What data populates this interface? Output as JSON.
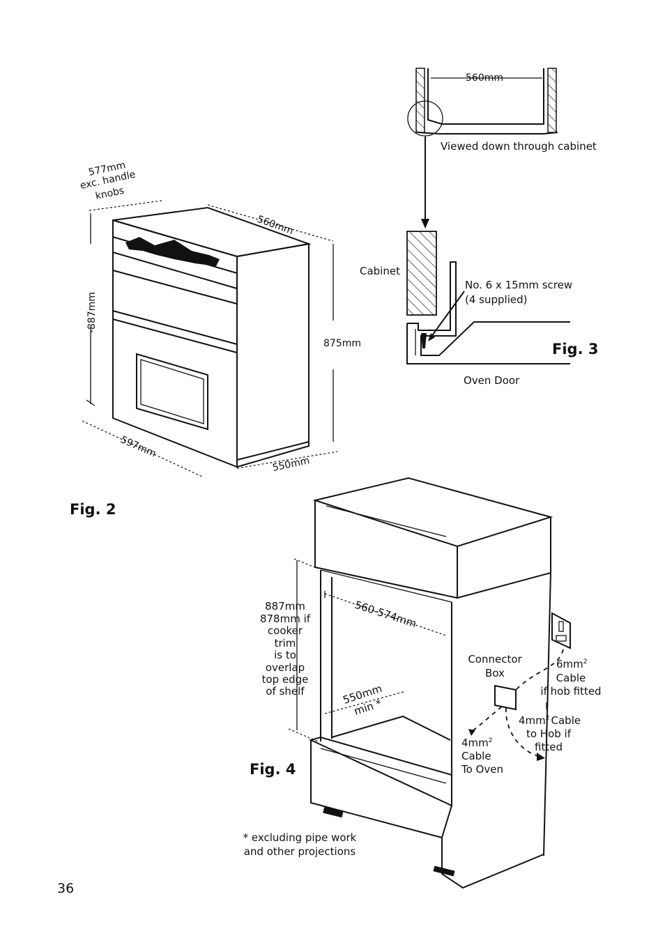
{
  "page_number": "36",
  "fig2": {
    "title": "Fig. 2",
    "dim_knobs": [
      "577mm",
      "exc. handle",
      "knobs"
    ],
    "dim_top_width": "560mm",
    "dim_height_outer": "-887mm",
    "dim_height_inner": "875mm",
    "dim_width": "597mm",
    "dim_depth": "550mm"
  },
  "fig3": {
    "title": "Fig. 3",
    "dim_width": "560mm",
    "caption_top": "Viewed down through cabinet",
    "label_cabinet": "Cabinet",
    "label_screw": [
      "No. 6 x 15mm screw",
      "(4 supplied)"
    ],
    "label_door": "Oven Door"
  },
  "fig4": {
    "title": "Fig. 4",
    "dim_height": [
      "887mm",
      "878mm if",
      "cooker",
      "trim",
      "is to",
      "overlap",
      "top edge",
      "of shelf"
    ],
    "dim_width": "560-574mm",
    "dim_depth": [
      "550mm",
      "min *"
    ],
    "label_connector": [
      "Connector",
      "Box"
    ],
    "label_cable_hob_switch": [
      "6mm",
      "Cable",
      "if hob fitted"
    ],
    "label_cable_hob": [
      "4mm",
      "Cable",
      "to Hob if",
      "fitted"
    ],
    "label_cable_oven": [
      "4mm",
      "Cable",
      "To Oven"
    ],
    "superscript": "2",
    "footnote": [
      "* excluding pipe work",
      "and other projections"
    ]
  }
}
